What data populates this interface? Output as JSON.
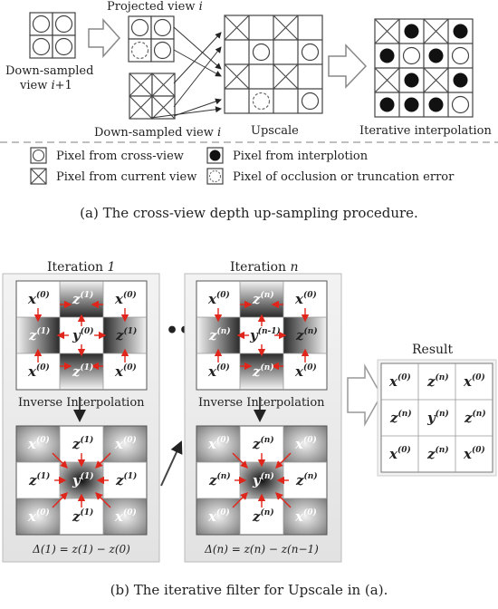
{
  "part_a": {
    "labels": {
      "projected_view_prefix": "Projected view ",
      "projected_view_suffix": "i",
      "downsampled_next_1": "Down-sampled",
      "downsampled_next_2": "view ",
      "downsampled_next_2_var": "i",
      "downsampled_next_2_tail": "+1",
      "downsampled_view_prefix": "Down-sampled view ",
      "downsampled_view_suffix": "i",
      "upscale": "Upscale",
      "iterative_interpolation": "Iterative interpolation"
    },
    "legend": {
      "cross_view": "Pixel from cross-view",
      "current_view": "Pixel from current view",
      "interpolation": "Pixel from interplotion",
      "occlusion": "Pixel of occlusion or truncation error"
    },
    "caption": "(a) The cross-view depth up-sampling procedure."
  },
  "part_b": {
    "iteration_1_title_prefix": "Iteration ",
    "iteration_1_title_var": "1",
    "iteration_n_title_prefix": "Iteration ",
    "iteration_n_title_var": "n",
    "ellipsis": "•••",
    "inverse_interpolation": "Inverse Interpolation",
    "result_title": "Result",
    "delta_1": "Δ(1) = z(1) − z(0)",
    "delta_n": "Δ(n) = z(n) − z(n−1)",
    "vars": {
      "x": "x",
      "y": "y",
      "z": "z"
    },
    "sup": {
      "s0": "(0)",
      "s1": "(1)",
      "sn": "(n)",
      "snm1": "(n-1)"
    },
    "caption": "(b) The iterative filter for Upscale in (a)."
  },
  "colors": {
    "arrow_red": "#e0251b",
    "grid": "#444444",
    "panel": "#eeeeee"
  }
}
